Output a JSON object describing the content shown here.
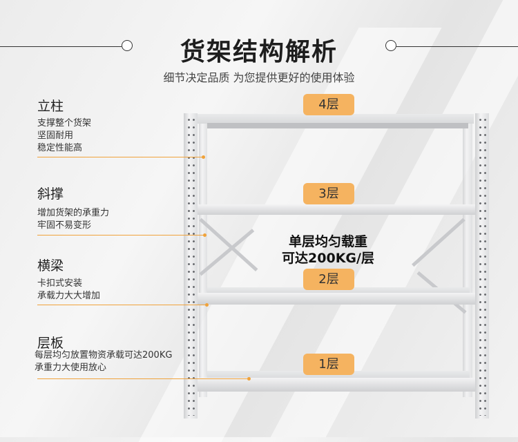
{
  "header": {
    "title": "货架结构解析",
    "subtitle": "细节决定品质 为您提供更好的使用体验"
  },
  "labels": [
    {
      "title": "立柱",
      "desc": [
        "支撑整个货架",
        "坚固耐用",
        "稳定性能高"
      ]
    },
    {
      "title": "斜撑",
      "desc": [
        "增加货架的承重力",
        "牢固不易变形"
      ]
    },
    {
      "title": "横梁",
      "desc": [
        "卡扣式安装",
        "承载力大大增加"
      ]
    },
    {
      "title": "层板",
      "desc": [
        "每层均匀放置物资承载可达200KG",
        "承重力大使用放心"
      ]
    }
  ],
  "badges": [
    "4层",
    "3层",
    "2层",
    "1层"
  ],
  "center_note": [
    "单层均匀载重",
    "可达200KG/层"
  ],
  "colors": {
    "accent": "#f0a23a",
    "badge": "#f5b360",
    "text": "#1e1e1e"
  }
}
